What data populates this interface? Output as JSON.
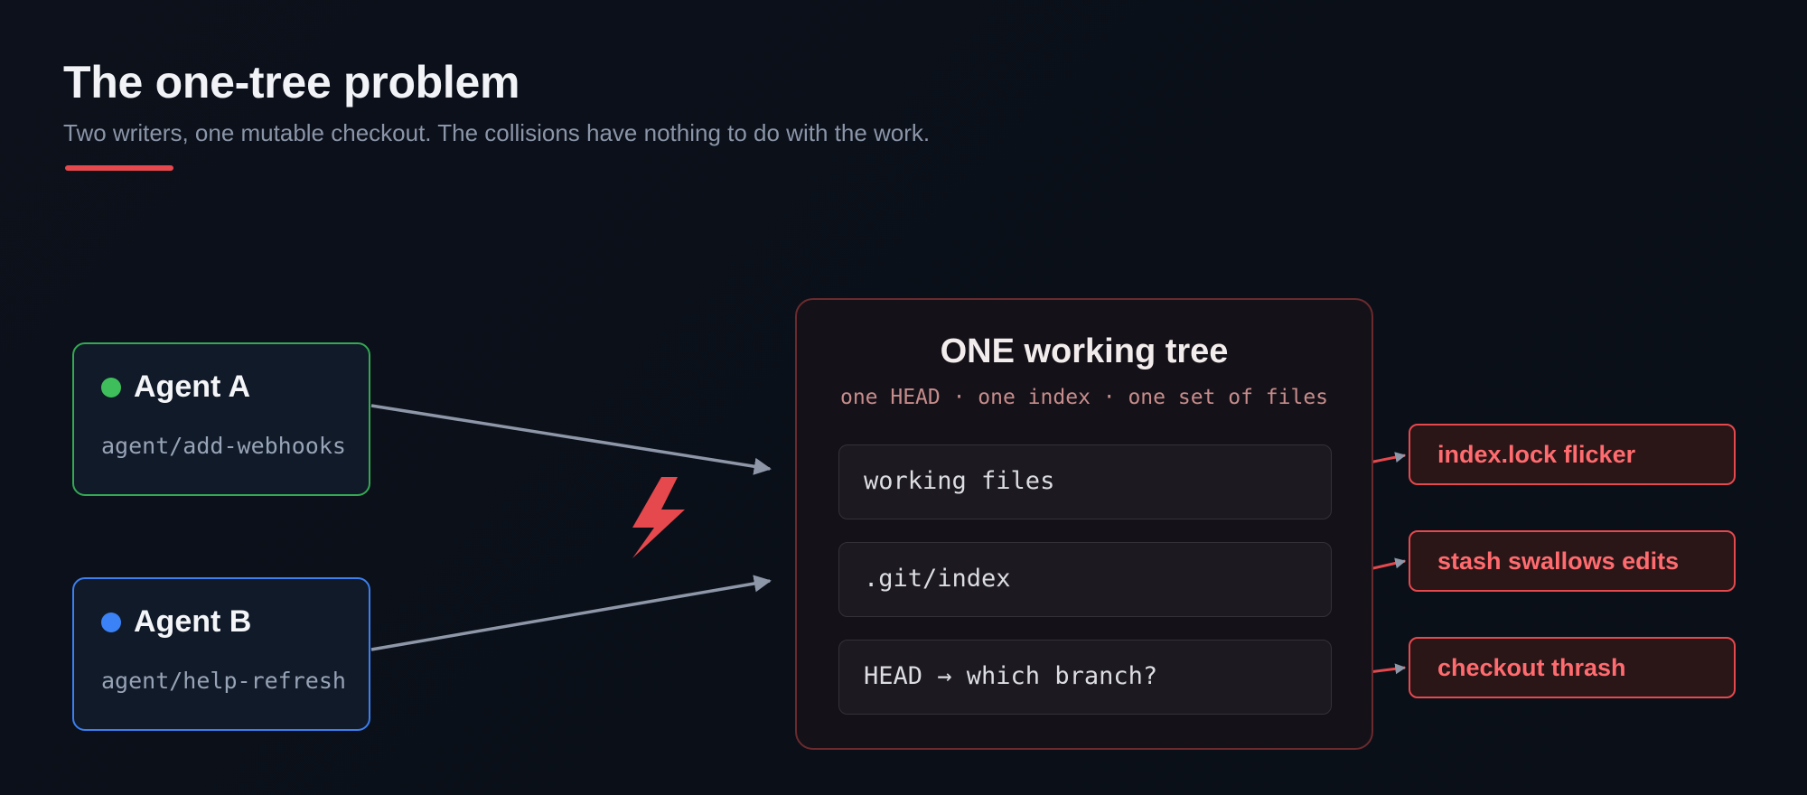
{
  "header": {
    "title": "The one-tree problem",
    "subtitle": "Two writers, one mutable checkout. The collisions have nothing to do with the work.",
    "accent_color": "#e5484d"
  },
  "agents": [
    {
      "name": "Agent A",
      "branch": "agent/add-webhooks",
      "color": "#34a853"
    },
    {
      "name": "Agent B",
      "branch": "agent/help-refresh",
      "color": "#3b7ff0"
    }
  ],
  "collision_icon": "lightning-bolt-icon",
  "working_tree": {
    "title": "ONE working tree",
    "subtitle": "one HEAD · one index · one set of files",
    "slots": [
      "working files",
      ".git/index",
      "HEAD → which branch?"
    ]
  },
  "symptoms": [
    "index.lock flicker",
    "stash swallows edits",
    "checkout thrash"
  ],
  "colors": {
    "arrow": "#8e97a8",
    "danger": "#e5484d",
    "danger_text": "#ff6b6e"
  }
}
